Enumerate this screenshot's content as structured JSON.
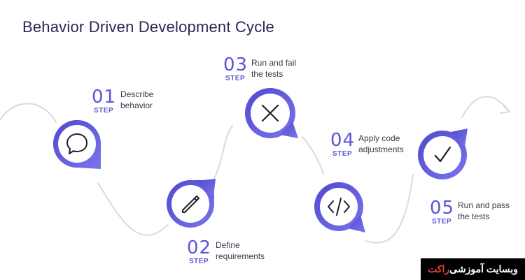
{
  "title": "Behavior Driven Development Cycle",
  "steps": [
    {
      "number": "01",
      "label": "STEP",
      "line1": "Describe",
      "line2": "behavior",
      "icon": "speech-bubble-icon"
    },
    {
      "number": "02",
      "label": "STEP",
      "line1": "Define",
      "line2": "requirements",
      "icon": "pencil-icon"
    },
    {
      "number": "03",
      "label": "STEP",
      "line1": "Run and fail",
      "line2": "the tests",
      "icon": "x-icon"
    },
    {
      "number": "04",
      "label": "STEP",
      "line1": "Apply code",
      "line2": "adjustments",
      "icon": "code-icon"
    },
    {
      "number": "05",
      "label": "STEP",
      "line1": "Run and pass",
      "line2": "the tests",
      "icon": "checkmark-icon"
    }
  ],
  "badge": {
    "text_main": "وبسایت آموزشی",
    "text_accent": "راکت"
  },
  "colors": {
    "accent": "#5b56d6",
    "pin_outer": "#6560e0",
    "curve": "#d9d9e3"
  }
}
